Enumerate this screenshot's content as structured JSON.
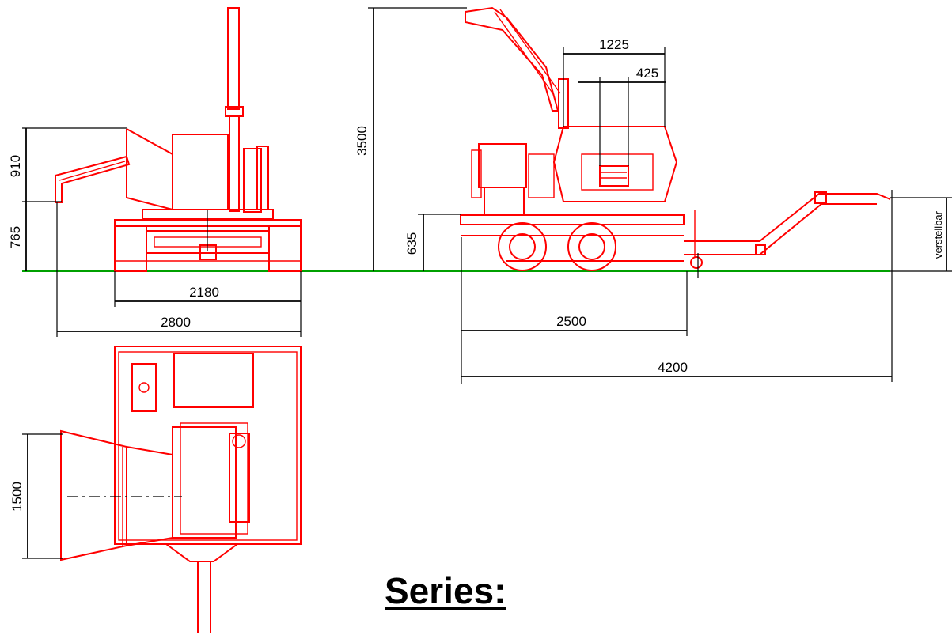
{
  "colors": {
    "drawing": "#ff0000",
    "dimensions": "#000000",
    "ground_line": "#00a000",
    "background": "#ffffff"
  },
  "dimensions": {
    "height_910": "910",
    "height_765": "765",
    "height_3500": "3500",
    "height_635": "635",
    "width_2180": "2180",
    "width_2800": "2800",
    "length_2500": "2500",
    "length_4200": "4200",
    "width_1225": "1225",
    "width_425": "425",
    "width_1500": "1500",
    "hitch_label": "verstellbar"
  },
  "title": "Series:"
}
